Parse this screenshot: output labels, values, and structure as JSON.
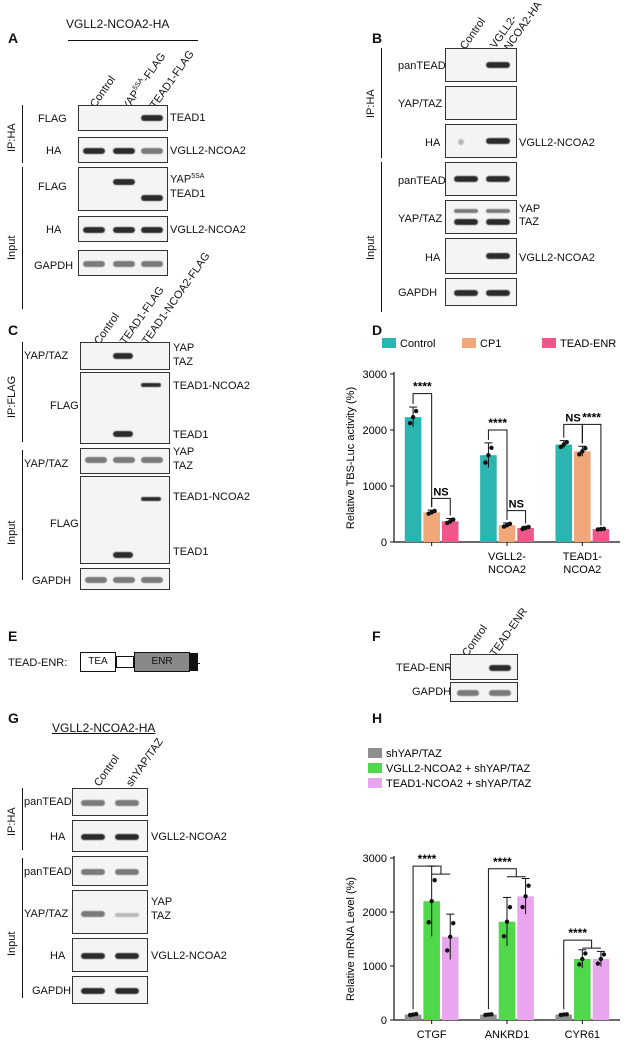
{
  "panels": {
    "A": {
      "label": "A",
      "header": "VGLL2-NCOA2-HA",
      "lanes": [
        "Control",
        "YAP",
        "5SA",
        "-FLAG",
        "TEAD1-FLAG"
      ],
      "groups": [
        "IP:HA",
        "Input"
      ],
      "row_labels": [
        "FLAG",
        "HA",
        "FLAG",
        "HA",
        "GAPDH"
      ],
      "right_labels": [
        "TEAD1",
        "VGLL2-NCOA2",
        "YAP",
        "5SA",
        "TEAD1",
        "VGLL2-NCOA2"
      ]
    },
    "B": {
      "label": "B",
      "lanes": [
        "Control",
        "VGLL2-",
        "NCOA2-HA"
      ],
      "groups": [
        "IP:HA",
        "Input"
      ],
      "row_labels": [
        "panTEAD",
        "YAP/TAZ",
        "HA",
        "panTEAD",
        "YAP/TAZ",
        "HA",
        "GAPDH"
      ],
      "right_labels": [
        "VGLL2-NCOA2",
        "YAP",
        "TAZ",
        "VGLL2-NCOA2"
      ]
    },
    "C": {
      "label": "C",
      "lanes": [
        "Control",
        "TEAD1-FLAG",
        "TEAD1-NCOA2-FLAG"
      ],
      "groups": [
        "IP:FLAG",
        "Input"
      ],
      "row_labels": [
        "YAP/TAZ",
        "FLAG",
        "YAP/TAZ",
        "FLAG",
        "GAPDH"
      ],
      "right_labels": [
        "YAP",
        "TAZ",
        "TEAD1-NCOA2",
        "TEAD1",
        "YAP",
        "TAZ",
        "TEAD1-NCOA2",
        "TEAD1"
      ]
    },
    "D": {
      "label": "D"
    },
    "E": {
      "label": "E",
      "construct_label": "TEAD-ENR:",
      "domains": [
        "TEA",
        "ENR"
      ]
    },
    "F": {
      "label": "F",
      "lanes": [
        "Control",
        "TEAD-ENR"
      ],
      "row_labels": [
        "TEAD-ENR",
        "GAPDH"
      ]
    },
    "G": {
      "label": "G",
      "header": "VGLL2-NCOA2-HA",
      "lanes": [
        "Control",
        "shYAP/TAZ"
      ],
      "groups": [
        "IP:HA",
        "Input"
      ],
      "row_labels": [
        "panTEAD",
        "HA",
        "panTEAD",
        "YAP/TAZ",
        "HA",
        "GAPDH"
      ],
      "right_labels": [
        "VGLL2-NCOA2",
        "YAP",
        "TAZ",
        "VGLL2-NCOA2"
      ]
    },
    "H": {
      "label": "H"
    }
  },
  "chart_data": [
    {
      "type": "bar",
      "title": "",
      "ylabel": "Relative TBS-Luc activity (%)",
      "xlabel": "",
      "ylim": [
        0,
        3000
      ],
      "yticks": [
        0,
        1000,
        2000,
        3000
      ],
      "categories": [
        "",
        "VGLL2-NCOA2",
        "TEAD1-NCOA2"
      ],
      "category_lines": [
        [
          ""
        ],
        [
          "VGLL2-",
          "NCOA2"
        ],
        [
          "TEAD1-",
          "NCOA2"
        ]
      ],
      "series": [
        {
          "name": "Control",
          "color": "#2bb5b0",
          "values": [
            2230,
            1550,
            1740
          ],
          "errors": [
            180,
            220,
            70
          ]
        },
        {
          "name": "CP1",
          "color": "#f0a87a",
          "values": [
            530,
            300,
            1620
          ],
          "errors": [
            40,
            40,
            90
          ]
        },
        {
          "name": "TEAD-ENR",
          "color": "#f0568a",
          "values": [
            370,
            250,
            230
          ],
          "errors": [
            50,
            30,
            10
          ]
        }
      ],
      "annotations": [
        "****",
        "NS",
        "****",
        "NS",
        "NS",
        "****"
      ],
      "legend_position": "top"
    },
    {
      "type": "bar",
      "title": "",
      "ylabel": "Relative mRNA Level (%)",
      "xlabel": "",
      "ylim": [
        0,
        3000
      ],
      "yticks": [
        0,
        1000,
        2000,
        3000
      ],
      "categories": [
        "CTGF",
        "ANKRD1",
        "CYR61"
      ],
      "series": [
        {
          "name": "shYAP/TAZ",
          "color": "#8f8f8f",
          "values": [
            100,
            100,
            100
          ],
          "errors": [
            15,
            10,
            10
          ]
        },
        {
          "name": "VGLL2-NCOA2 + shYAP/TAZ",
          "color": "#4fd84a",
          "values": [
            2200,
            1820,
            1130
          ],
          "errors": [
            650,
            450,
            170
          ]
        },
        {
          "name": "TEAD1-NCOA2 + shYAP/TAZ",
          "color": "#e8a6ef",
          "values": [
            1540,
            2290,
            1130
          ],
          "errors": [
            420,
            330,
            140
          ]
        }
      ],
      "annotations": [
        "****",
        "****",
        "****"
      ],
      "legend_position": "top"
    }
  ]
}
